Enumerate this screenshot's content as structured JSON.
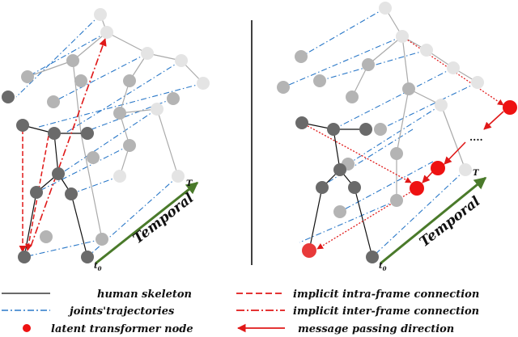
{
  "left_panel": {
    "temporal_label": "Temporal",
    "t0_label": "t",
    "t0_sub": "0",
    "T_label": "T"
  },
  "right_panel": {
    "temporal_label": "Temporal",
    "t0_label": "t",
    "t0_sub": "0",
    "T_label": "T"
  },
  "legend": {
    "human_skeleton": "human skeleton",
    "joints_trajectories": "joints'trajectories",
    "latent_transformer_node": "latent transformer node",
    "implicit_intra": "implicit intra-frame connection",
    "implicit_inter": "implicit inter-frame connection",
    "message_passing": "message passing direction"
  },
  "colors": {
    "skeleton": "#111111",
    "trajectory": "#2a78c8",
    "implicit": "#e01818",
    "latent_node": "#ee1111",
    "temporal_arrow": "#4a7a2a"
  }
}
